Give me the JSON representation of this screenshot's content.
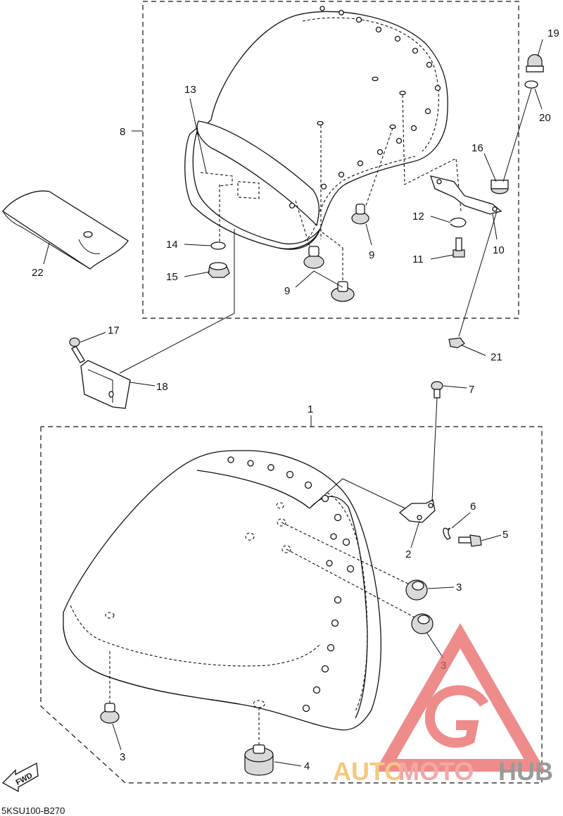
{
  "callouts": {
    "c1": "1",
    "c2": "2",
    "c3a": "3",
    "c3b": "3",
    "c3c": "3",
    "c4": "4",
    "c5": "5",
    "c6": "6",
    "c7": "7",
    "c8": "8",
    "c9a": "9",
    "c9b": "9",
    "c10": "10",
    "c11": "11",
    "c12": "12",
    "c13": "13",
    "c14": "14",
    "c15": "15",
    "c16": "16",
    "c17": "17",
    "c18": "18",
    "c19": "19",
    "c20": "20",
    "c21": "21",
    "c22": "22"
  },
  "fwd_label": "FWD",
  "diagram_code": "5KSU100-B270",
  "watermark": {
    "part1": "AUTO",
    "part2": "MOTO",
    "part3": "HUB",
    "colors": {
      "auto": "#f6c77e",
      "moto": "#f4a7a7",
      "hub": "#9a9a9a",
      "logo": "#e85c5c"
    }
  }
}
